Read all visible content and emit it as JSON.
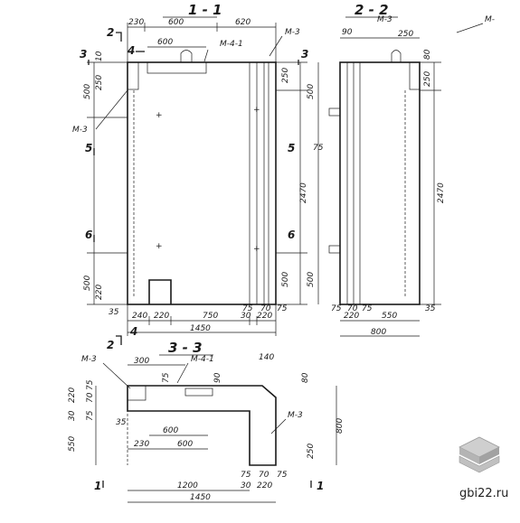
{
  "views": {
    "v11": {
      "title": "1 - 1"
    },
    "v22": {
      "title": "2 - 2"
    },
    "v33": {
      "title": "3 - 3"
    }
  },
  "marks": {
    "m3": "М-3",
    "m3_short": "М-",
    "m41": "М-4-1"
  },
  "sections": {
    "s1": "1",
    "s2": "2",
    "s3": "3",
    "s4": "4",
    "s5": "5",
    "s6": "6"
  },
  "dims_11": {
    "top_230": "230",
    "top_600a": "600",
    "top_600b": "600",
    "top_620": "620",
    "left_10": "10",
    "left_250": "250",
    "left_500a": "500",
    "left_500b": "500",
    "left_220": "220",
    "left_35": "35",
    "right_250": "250",
    "right_2470": "2470",
    "right_500": "500",
    "bot_240": "240",
    "bot_220a": "220",
    "bot_750": "750",
    "bot_30": "30",
    "bot_220b": "220",
    "bot_75a": "75",
    "bot_70": "70",
    "bot_75b": "75",
    "bot_1450": "1450"
  },
  "dims_22": {
    "top_90": "90",
    "top_250": "250",
    "right_80": "80",
    "right_250": "250",
    "right_2470": "2470",
    "left_500a": "500",
    "left_75": "75",
    "left_500b": "500",
    "bot_75a": "75",
    "bot_70": "70",
    "bot_75b": "75",
    "bot_35": "35",
    "bot_220": "220",
    "bot_550": "550",
    "bot_800": "800"
  },
  "dims_33": {
    "top_300": "300",
    "top_140": "140",
    "top_80": "80",
    "top_90": "90",
    "top_75": "75",
    "left_220": "220",
    "left_70": "70",
    "left_75a": "75",
    "left_30": "30",
    "left_75b": "75",
    "left_550": "550",
    "mid_35": "35",
    "mid_600a": "600",
    "mid_230": "230",
    "mid_600b": "600",
    "right_800": "800",
    "right_250": "250",
    "bot_75a": "75",
    "bot_70": "70",
    "bot_75b": "75",
    "bot_30": "30",
    "bot_220": "220",
    "bot_1200": "1200",
    "bot_1450": "1450"
  },
  "watermark": {
    "site": "gbi22.ru"
  }
}
